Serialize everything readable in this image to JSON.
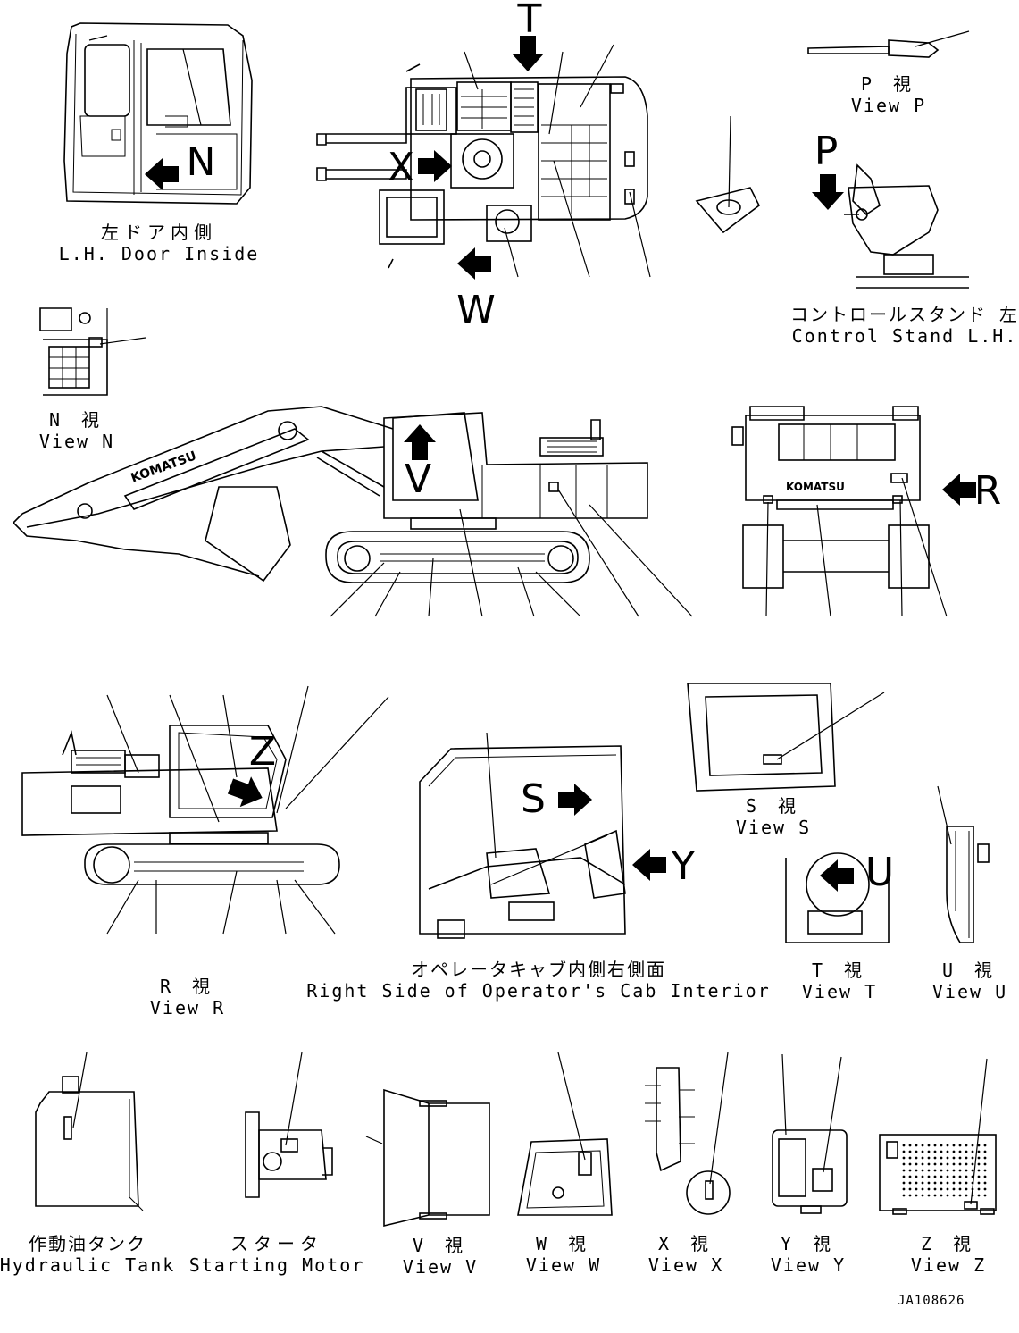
{
  "document_code": "JA108626",
  "brand_logo": "KOMATSU",
  "arrow_letters": {
    "T": "T",
    "N": "N",
    "X": "X",
    "W": "W",
    "P": "P",
    "V": "V",
    "R": "R",
    "Z": "Z",
    "S": "S",
    "Y": "Y",
    "U": "U"
  },
  "captions": {
    "lh_door": {
      "jp": "左ドア内側",
      "en": "L.H. Door Inside"
    },
    "view_p": {
      "jp": "P 視",
      "en": "View P"
    },
    "control_stand": {
      "jp": "コントロールスタンド 左",
      "en": "Control Stand L.H."
    },
    "view_n": {
      "jp": "N 視",
      "en": "View N"
    },
    "view_r": {
      "jp": "R 視",
      "en": "View R"
    },
    "cab_right": {
      "jp": "オペレータキャブ内側右側面",
      "en": "Right Side of Operator's Cab Interior"
    },
    "view_s": {
      "jp": "S 視",
      "en": "View S"
    },
    "view_t": {
      "jp": "T 視",
      "en": "View T"
    },
    "view_u": {
      "jp": "U 視",
      "en": "View U"
    },
    "hydraulic_tank": {
      "jp": "作動油タンク",
      "en": "Hydraulic Tank"
    },
    "starting_motor": {
      "jp": "スタータ",
      "en": "Starting Motor"
    },
    "view_v": {
      "jp": "V 視",
      "en": "View V"
    },
    "view_w": {
      "jp": "W 視",
      "en": "View W"
    },
    "view_x": {
      "jp": "X 視",
      "en": "View X"
    },
    "view_y": {
      "jp": "Y 視",
      "en": "View Y"
    },
    "view_z": {
      "jp": "Z 視",
      "en": "View Z"
    }
  }
}
